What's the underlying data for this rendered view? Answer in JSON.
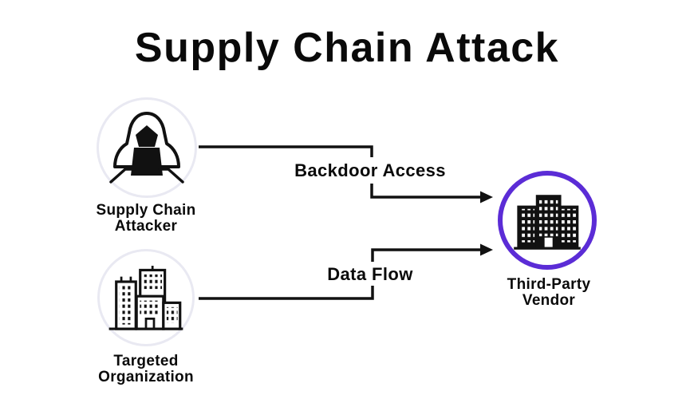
{
  "title": "Supply Chain Attack",
  "colors": {
    "background": "#ffffff",
    "line_black": "#111111",
    "vendor_ring_purple": "#5b2cd6",
    "node_ring_gray": "#e9e9f2"
  },
  "nodes": [
    {
      "id": "attacker",
      "label_line1": "Supply Chain",
      "label_line2": "Attacker",
      "icon": "hacker-hoodie-laptop-icon"
    },
    {
      "id": "targeted-organization",
      "label_line1": "Targeted",
      "label_line2": "Organization",
      "icon": "city-buildings-outline-icon"
    },
    {
      "id": "third-party-vendor",
      "label_line1": "Third-Party",
      "label_line2": "Vendor",
      "icon": "office-building-solid-icon"
    }
  ],
  "edges": [
    {
      "id": "backdoor-access",
      "label": "Backdoor Access",
      "from": "attacker",
      "to": "third-party-vendor",
      "direction": "right"
    },
    {
      "id": "data-flow",
      "label": "Data Flow",
      "from": "targeted-organization",
      "to": "third-party-vendor",
      "direction": "right"
    }
  ]
}
